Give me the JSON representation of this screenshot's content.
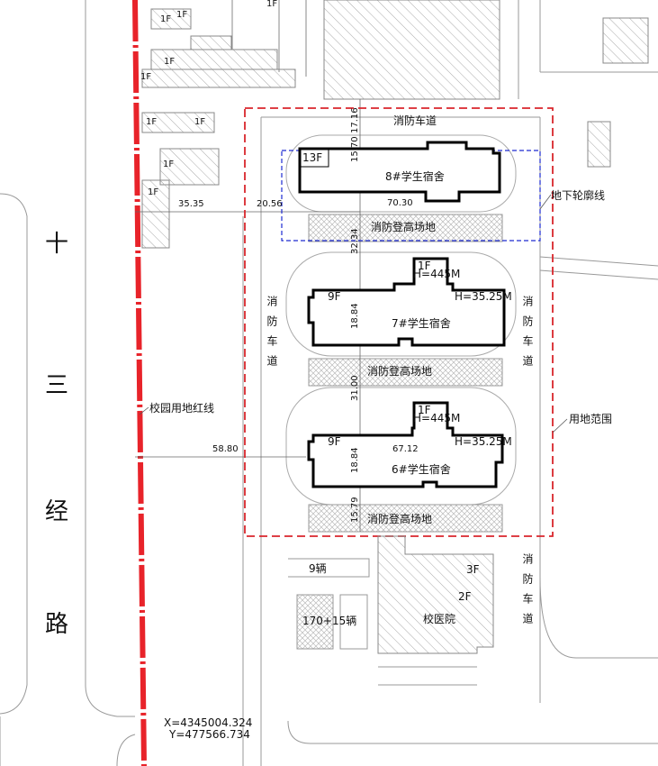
{
  "road_name": [
    "十",
    "三",
    "经",
    "路"
  ],
  "fire_lane_top": "消防车道",
  "fire_lane_left": "消防车道",
  "fire_lane_right": "消防车道",
  "fire_lane_lower_right": "消防车道",
  "campus_red_line": "校园用地红线",
  "site_range": "用地范围",
  "underground_outline": "地下轮廓线",
  "buildings": {
    "b8": {
      "name": "8#学生宿舍",
      "floors": "13F",
      "length": "70.30",
      "depth": "15.70"
    },
    "b7": {
      "name": "7#学生宿舍",
      "floors": "9F",
      "height": "H=35.25M",
      "roof": "1F",
      "roof_height": "H=445M",
      "depth": "18.84"
    },
    "b6": {
      "name": "6#学生宿舍",
      "floors": "9F",
      "height": "H=35.25M",
      "roof": "1F",
      "roof_height": "H=445M",
      "depth": "18.84",
      "length": "67.12"
    }
  },
  "rescue_area": "消防登高场地",
  "dims": {
    "top_gap": "17.16",
    "gap_8_7": "32.34",
    "gap_7_6": "31.00",
    "gap_bottom": "15.79",
    "west_1": "35.35",
    "west_2": "20.56",
    "west_3": "58.80"
  },
  "clinic": {
    "name": "校医院",
    "f3": "3F",
    "f2": "2F"
  },
  "parking": {
    "p1": "9辆",
    "p2": "170+15辆"
  },
  "coords": {
    "x": "X=4345004.324",
    "y": "Y=477566.734"
  },
  "existing_floors": [
    "1F",
    "1F",
    "1F",
    "1F",
    "1F",
    "1F",
    "1F",
    "1F",
    "1F"
  ],
  "colors": {
    "red_line": "#e8232a",
    "site_boundary": "#d9262c",
    "underground": "#1d2bd1",
    "hatch": "#999999"
  }
}
